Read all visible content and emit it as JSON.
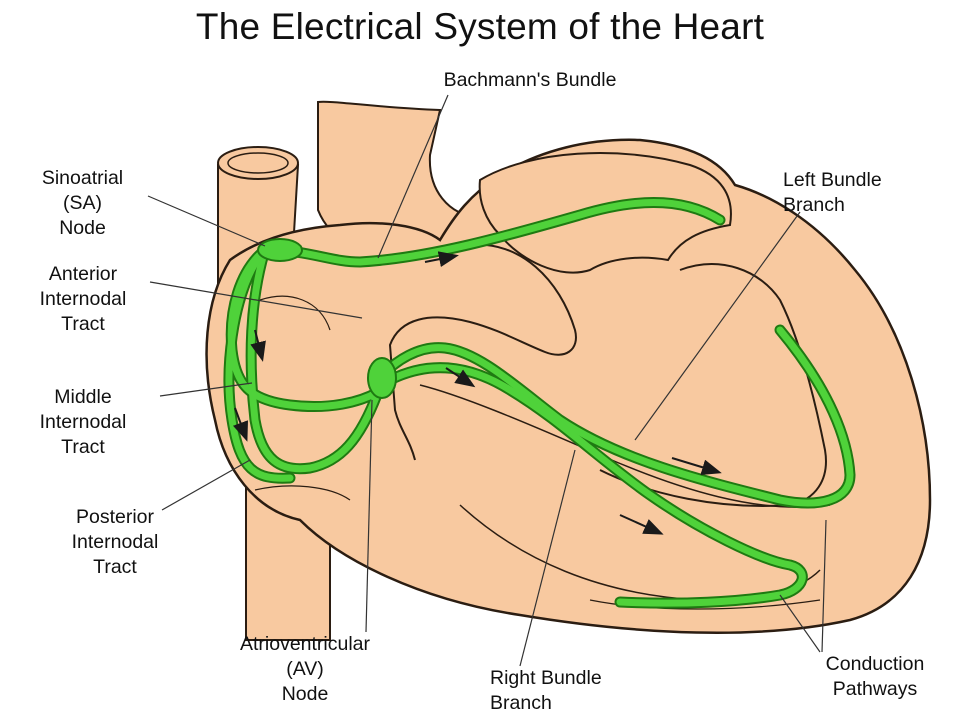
{
  "title": "The Electrical System of the Heart",
  "labels": {
    "bachmann": [
      "Bachmann's Bundle"
    ],
    "sa_node": [
      "Sinoatrial",
      "(SA)",
      "Node"
    ],
    "anterior": [
      "Anterior",
      "Internodal",
      "Tract"
    ],
    "middle": [
      "Middle",
      "Internodal",
      "Tract"
    ],
    "posterior": [
      "Posterior",
      "Internodal",
      "Tract"
    ],
    "av_node": [
      "Atrioventricular",
      "(AV)",
      "Node"
    ],
    "right_bundle": [
      "Right Bundle",
      "Branch"
    ],
    "left_bundle": [
      "Left Bundle",
      "Branch"
    ],
    "conduction": [
      "Conduction",
      "Pathways"
    ]
  },
  "colors": {
    "tissue": "#f8c9a0",
    "outline": "#2b1d12",
    "pathway": "#4fd23a",
    "pathway_edge": "#1f7a12",
    "leader": "#333333"
  }
}
